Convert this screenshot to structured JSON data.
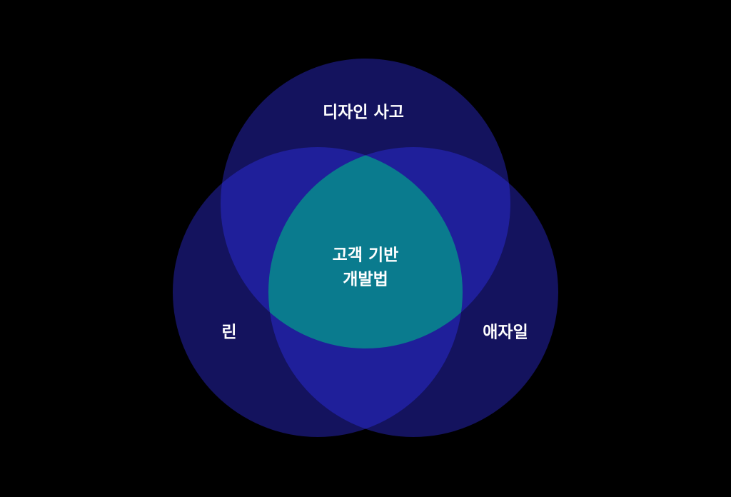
{
  "diagram": {
    "top_label": "디자인 사고",
    "left_label": "린",
    "right_label": "애자일",
    "center_label_line1": "고객 기반",
    "center_label_line2": "개발법"
  },
  "colors": {
    "background": "#000000",
    "circle_base": "#14135E",
    "pair_overlap": "#1F1F9A",
    "triple_overlap": "#0A7B8E",
    "text": "#FFFFFF"
  }
}
